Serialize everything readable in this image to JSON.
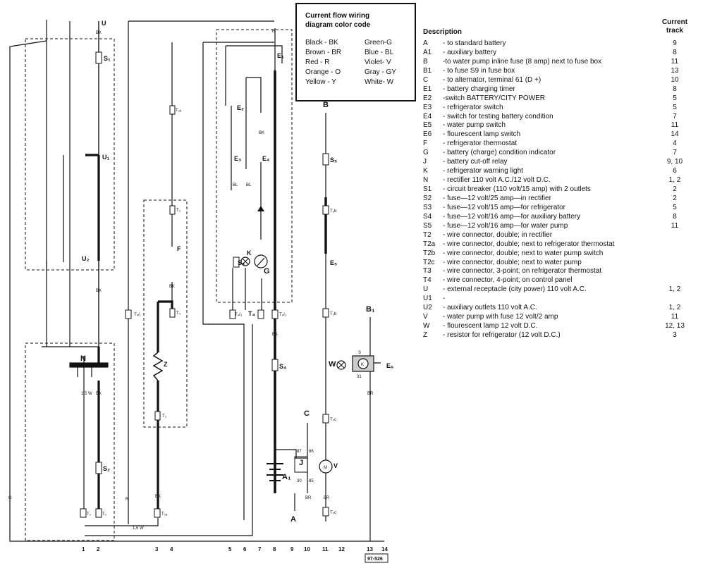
{
  "color_code": {
    "title_line1": "Current flow wiring",
    "title_line2": "diagram color code",
    "entries": [
      {
        "label": "Black - BK"
      },
      {
        "label": "Green-G"
      },
      {
        "label": "Brown - BR"
      },
      {
        "label": "Blue - BL"
      },
      {
        "label": "Red - R"
      },
      {
        "label": "Violet- V"
      },
      {
        "label": "Orange - O"
      },
      {
        "label": "Gray - GY"
      },
      {
        "label": "Yellow - Y"
      },
      {
        "label": "White- W"
      }
    ]
  },
  "legend": {
    "description_header": "Description",
    "track_header_line1": "Current",
    "track_header_line2": "track",
    "rows": [
      {
        "code": "A",
        "desc": "- to standard battery",
        "track": "9"
      },
      {
        "code": "A1",
        "desc": "- auxiliary battery",
        "track": "8"
      },
      {
        "code": "B",
        "desc": "-to water pump inline fuse (8 amp) next to fuse box",
        "track": "11"
      },
      {
        "code": "B1",
        "desc": "- to fuse S9 in fuse box",
        "track": "13"
      },
      {
        "code": "C",
        "desc": "- to alternator, terminal 61 (D +)",
        "track": "10"
      },
      {
        "code": "E1",
        "desc": "- battery charging timer",
        "track": "8"
      },
      {
        "code": "E2",
        "desc": "-switch BATTERY/CITY POWER",
        "track": "5"
      },
      {
        "code": "E3",
        "desc": "- refrigerator switch",
        "track": "5"
      },
      {
        "code": "E4",
        "desc": "- switch for testing battery condition",
        "track": "7"
      },
      {
        "code": "E5",
        "desc": "- water pump switch",
        "track": "11"
      },
      {
        "code": "E6",
        "desc": "- flourescent lamp switch",
        "track": "14"
      },
      {
        "code": "F",
        "desc": "- refrigerator thermostat",
        "track": "4"
      },
      {
        "code": "G",
        "desc": "- battery (charge) condition indicator",
        "track": "7"
      },
      {
        "code": "J",
        "desc": "- battery cut-off relay",
        "track": "9, 10"
      },
      {
        "code": "K",
        "desc": "- refrigerator warning light",
        "track": "6"
      },
      {
        "code": "N",
        "desc": "- rectifier 110 volt A.C./12 volt D.C.",
        "track": "1, 2"
      },
      {
        "code": "S1",
        "desc": "- circuit breaker (110 volt/15 amp) with 2 outlets",
        "track": "2"
      },
      {
        "code": "S2",
        "desc": "- fuse—12 volt/25 amp—in rectifier",
        "track": "2"
      },
      {
        "code": "S3",
        "desc": "- fuse—12 volt/15 amp—for refrigerator",
        "track": "5"
      },
      {
        "code": "S4",
        "desc": "- fuse—12 volt/16 amp—for auxiliary battery",
        "track": "8"
      },
      {
        "code": "S5",
        "desc": "- fuse—12 volt/16 amp—for water pump",
        "track": "11"
      },
      {
        "code": "T2",
        "desc": "- wire connector, double; in rectifier",
        "track": ""
      },
      {
        "code": "T2a",
        "desc": "- wire connector, double; next to refrigerator thermostat",
        "track": ""
      },
      {
        "code": "T2b",
        "desc": "- wire connector, double; next to water pump switch",
        "track": ""
      },
      {
        "code": "T2c",
        "desc": "- wire connector, double; next to water pump",
        "track": ""
      },
      {
        "code": "T3",
        "desc": "- wire connector, 3-point; on refrigerator thermostat",
        "track": ""
      },
      {
        "code": "T4",
        "desc": "- wire connector, 4-point; on control panel",
        "track": ""
      },
      {
        "code": "U",
        "desc": "- external receptacle (city power) 110 volt A.C.",
        "track": "1, 2"
      },
      {
        "code": "U1",
        "desc": "-",
        "track": ""
      },
      {
        "code": "U2",
        "desc": "- auxiliary outlets 110 volt A.C.",
        "track": "1, 2"
      },
      {
        "code": "V",
        "desc": "- water pump with fuse 12 volt/2 amp",
        "track": "11"
      },
      {
        "code": "W",
        "desc": "- flourescent lamp 12 volt D.C.",
        "track": "12, 13"
      },
      {
        "code": "Z",
        "desc": "- resistor for refrigerator (12 volt D.C.)",
        "track": "3"
      }
    ]
  },
  "diagram": {
    "component_labels": {
      "U": "U",
      "S1": "S₁",
      "U1": "U₁",
      "U2": "U₂",
      "N": "N",
      "S2": "S₂",
      "T2a": "T₂ₐ",
      "T3": "T₃",
      "F": "F",
      "Z": "Z",
      "T4_1": "T₄/₁",
      "E1": "E₁",
      "E2": "E₂",
      "E3": "E₃",
      "E4": "E₄",
      "S3": "S₃",
      "K": "K",
      "G": "G",
      "T4_3": "T₄/₃",
      "T4": "T₄",
      "T4_2": "T₄/₂",
      "S4": "S₄",
      "A1": "A₁",
      "J": "J",
      "A": "A",
      "C": "C",
      "B": "B",
      "S5": "S₅",
      "T2b": "T₂b",
      "E5": "E₅",
      "T2c": "T₂c",
      "V": "V",
      "M": "M",
      "B1": "B₁",
      "W": "W",
      "E6": "E₆",
      "K2": "K",
      "T2": "T₂"
    },
    "wire_labels": {
      "w1": "1,5\nW",
      "bk": "BK",
      "r": "R",
      "w15": "1,5 W",
      "g": "G",
      "br": "BR",
      "bl": "BL",
      "t87": "87",
      "t86": "86",
      "t30": "30",
      "t85": "85",
      "s": "S",
      "s31": "31"
    },
    "track_numbers": [
      "1",
      "2",
      "3",
      "4",
      "5",
      "6",
      "7",
      "8",
      "9",
      "10",
      "11",
      "12",
      "13",
      "14"
    ],
    "drawing_code": "97-526"
  }
}
